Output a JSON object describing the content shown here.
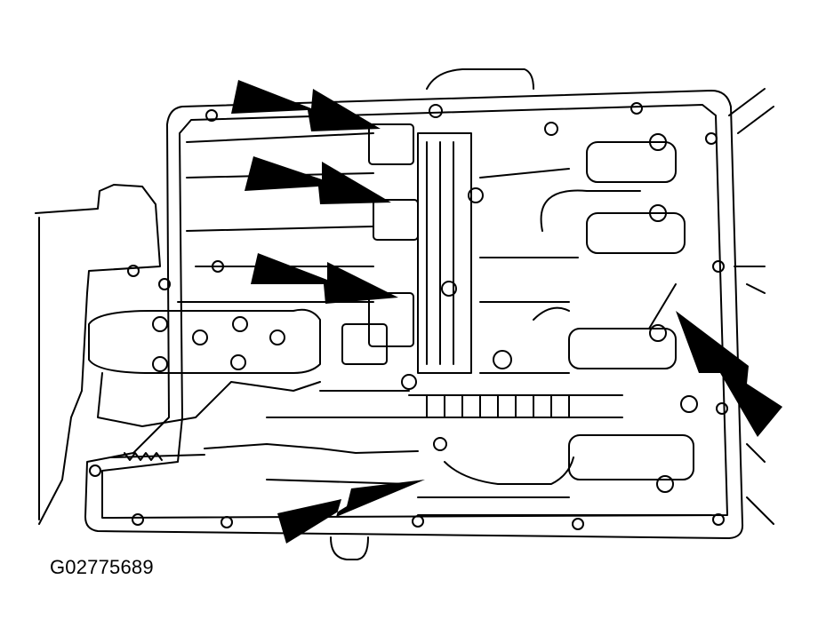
{
  "figure": {
    "label": "G02775689",
    "ink_color": "#000000",
    "paper_color": "#ffffff"
  },
  "arrows": [
    {
      "id": "arrow-upper-left-1",
      "points_to": "upper-solenoid-connector"
    },
    {
      "id": "arrow-upper-left-2",
      "points_to": "middle-solenoid-connector"
    },
    {
      "id": "arrow-upper-left-3",
      "points_to": "lower-solenoid-connector"
    },
    {
      "id": "arrow-lower-left",
      "points_to": "bottom-connector"
    },
    {
      "id": "arrow-right",
      "points_to": "right-solenoid-connector"
    }
  ]
}
